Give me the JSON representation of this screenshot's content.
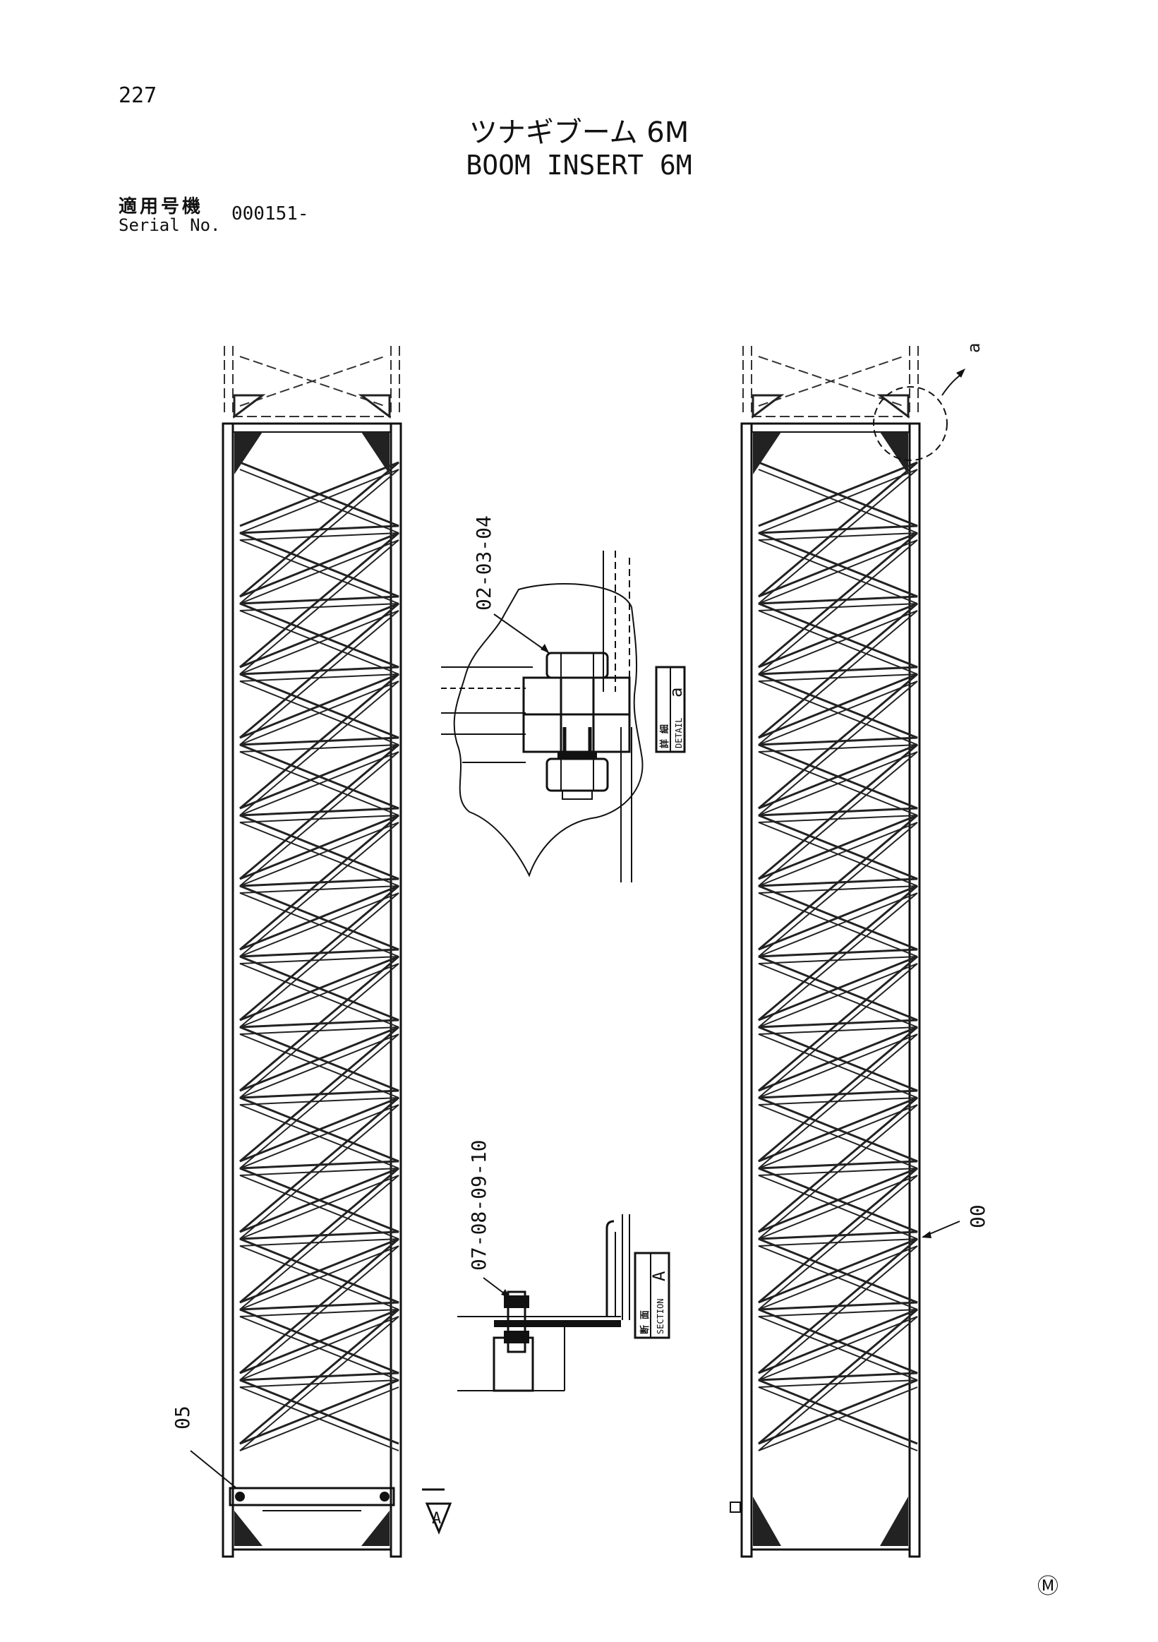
{
  "page": {
    "number": "227",
    "title_jp": "ツナギブーム 6M",
    "title_en": "BOOM INSERT 6M",
    "serial_label_jp": "適用号機",
    "serial_label_en": "Serial No.",
    "serial_value": "000151-",
    "corner_mark": "Ⓜ"
  },
  "callouts": {
    "bolt_detail": "02-03-04",
    "bolt_section": "07-08-09-10",
    "pin_left": "05",
    "frame_right": "00",
    "detail_marker": "a"
  },
  "labels": {
    "detail_jp": "詳 細",
    "detail_en": "DETAIL",
    "detail_id": "a",
    "section_jp": "断 面",
    "section_en": "SECTION",
    "section_id": "A",
    "section_arrow": "A"
  }
}
